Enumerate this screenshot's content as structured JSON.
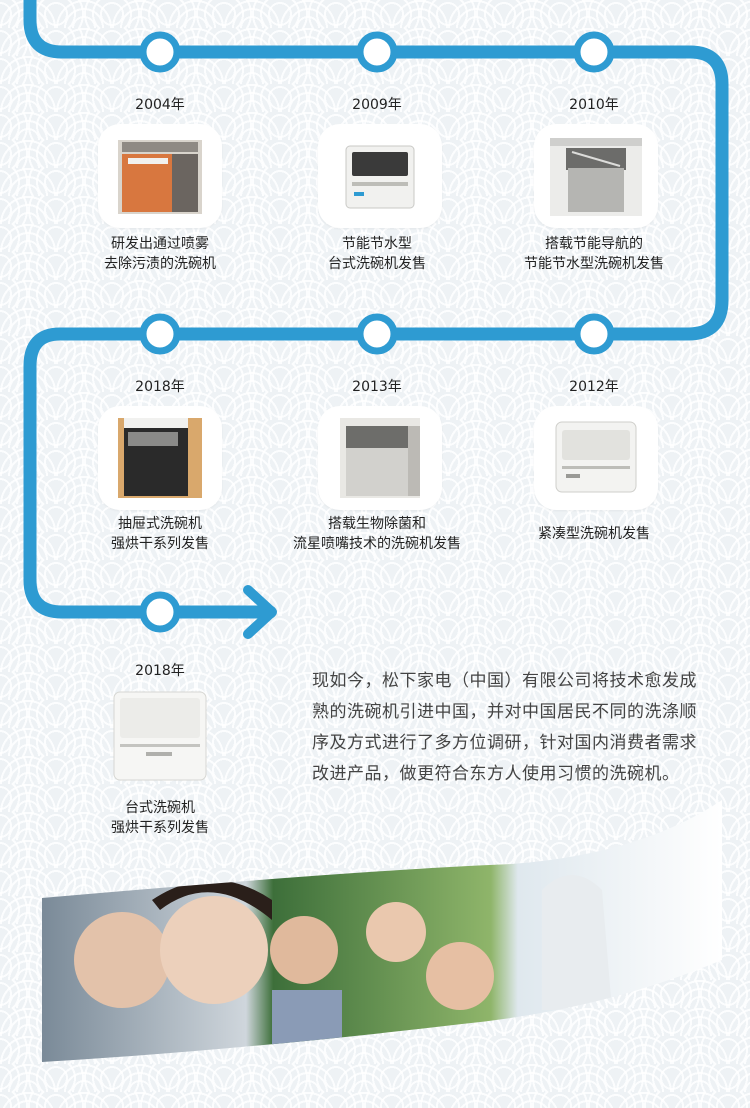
{
  "colors": {
    "line": "#2e9bd2",
    "node_fill": "#ffffff"
  },
  "milestones": [
    {
      "year": "2004年",
      "caption_line1": "研发出通过喷雾",
      "caption_line2": "去除污渍的洗碗机",
      "image_icon": "built-in-dishwasher-icon"
    },
    {
      "year": "2009年",
      "caption_line1": "节能节水型",
      "caption_line2": "台式洗碗机发售",
      "image_icon": "countertop-dishwasher-icon"
    },
    {
      "year": "2010年",
      "caption_line1": "搭载节能导航的",
      "caption_line2": "节能节水型洗碗机发售",
      "image_icon": "drawer-dishwasher-icon"
    },
    {
      "year": "2018年",
      "caption_line1": "抽屉式洗碗机",
      "caption_line2": "强烘干系列发售",
      "image_icon": "black-drawer-dishwasher-icon"
    },
    {
      "year": "2013年",
      "caption_line1": "搭载生物除菌和",
      "caption_line2": "流星喷嘴技术的洗碗机发售",
      "image_icon": "built-in-dishwasher-icon"
    },
    {
      "year": "2012年",
      "caption_line1": "紧凑型洗碗机发售",
      "caption_line2": "",
      "image_icon": "compact-dishwasher-icon"
    },
    {
      "year": "2018年",
      "caption_line1": "台式洗碗机",
      "caption_line2": "强烘干系列发售",
      "image_icon": "white-countertop-dishwasher-icon"
    }
  ],
  "intro_text": "现如今，松下家电（中国）有限公司将技术愈发成熟的洗碗机引进中国，并对中国居民不同的洗涤顺序及方式进行了多方位调研，针对国内消费者需求改进产品，做更符合东方人使用习惯的洗碗机。",
  "photo_icon": "family-photo-icon"
}
